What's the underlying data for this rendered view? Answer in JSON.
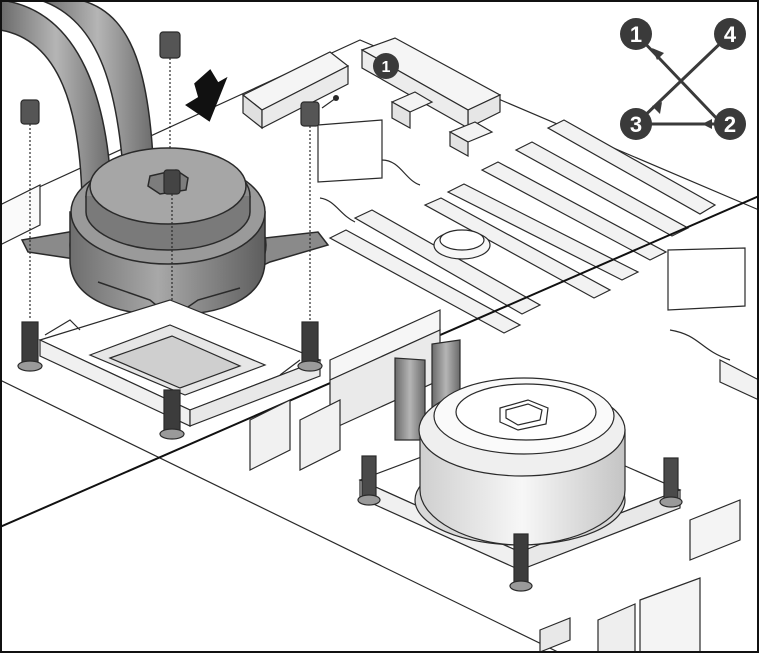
{
  "figure": {
    "frame_color": "#000000",
    "line_color": "#2a2a2a",
    "cooler_fill": "#8f8f8f",
    "cooler_dark": "#5c5c5c",
    "cooler_light": "#d4d4d4",
    "board_fill": "#ffffff",
    "slot_fill": "#f2f2f2"
  },
  "callout": {
    "marker": "1",
    "marker_color": "#3a3a3a"
  },
  "sequence": {
    "labels": [
      "1",
      "4",
      "3",
      "2"
    ],
    "badge_color": "#3a3a3a",
    "line_color": "#3a3a3a"
  },
  "icons": {
    "insert_arrow": "down-arrow-icon"
  }
}
